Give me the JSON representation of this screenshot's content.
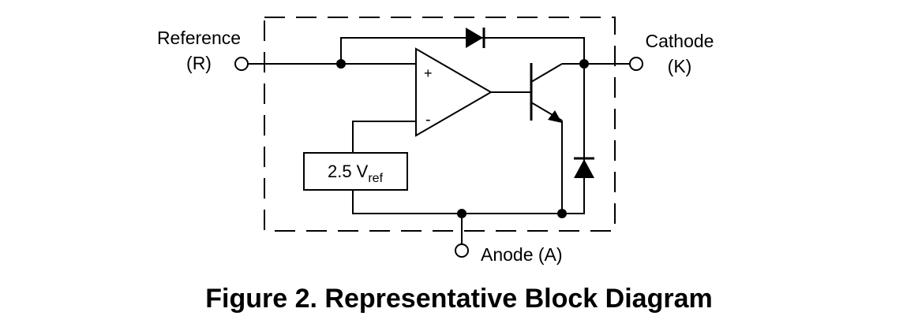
{
  "terminals": {
    "reference": {
      "name": "Reference",
      "symbol": "(R)"
    },
    "cathode": {
      "name": "Cathode",
      "symbol": "(K)"
    },
    "anode": {
      "label": "Anode (A)"
    }
  },
  "opamp": {
    "plus": "+",
    "minus": "-"
  },
  "vref_box": {
    "value": "2.5 V",
    "subscript": "ref"
  },
  "caption": "Figure 2. Representative Block Diagram"
}
